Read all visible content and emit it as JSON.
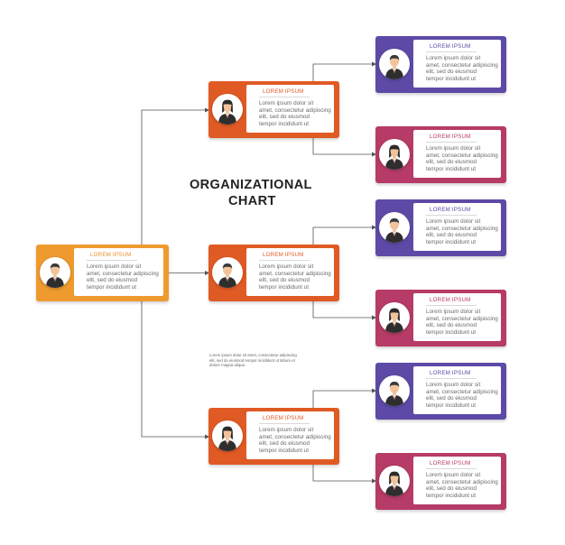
{
  "title": {
    "line1": "ORGANIZATIONAL",
    "line2": "CHART"
  },
  "footnote": "Lorem ipsum dolor sit amet, consectetur adipiscing elit, sed do eiusmod tempor incididunt ut labore et dolore magna aliqua.",
  "colors": {
    "orange": "#e05a24",
    "gold": "#ee9a2e",
    "purple": "#5d4aa6",
    "magenta": "#b73b67",
    "connector": "#555555"
  },
  "cards": [
    {
      "id": "root",
      "level": "root",
      "gender": "male",
      "color": "gold",
      "title": "LOREM IPSUM",
      "text": "Lorem ipsum dolor sit\namet, consectetur adipiscing\nelit, sed do eiusmod\ntempor incididunt ut"
    },
    {
      "id": "manager-1",
      "level": "manager",
      "gender": "female",
      "color": "orange",
      "title": "LOREM IPSUM",
      "text": "Lorem ipsum dolor sit\namet, consectetur adipiscing\nelit, sed do eiusmod\ntempor incididunt ut"
    },
    {
      "id": "manager-2",
      "level": "manager",
      "gender": "male",
      "color": "orange",
      "title": "LOREM IPSUM",
      "text": "Lorem ipsum dolor sit\namet, consectetur adipiscing\nelit, sed do eiusmod\ntempor incididunt ut"
    },
    {
      "id": "manager-3",
      "level": "manager",
      "gender": "female",
      "color": "orange",
      "title": "LOREM IPSUM",
      "text": "Lorem ipsum dolor sit\namet, consectetur adipiscing\nelit, sed do eiusmod\ntempor incididunt ut"
    },
    {
      "id": "staff-1",
      "level": "staff",
      "gender": "male",
      "color": "purple",
      "title": "LOREM IPSUM",
      "text": "Lorem ipsum dolor sit\namet, consectetur adipiscing\nelit, sed do eiusmod\ntempor incididunt ut"
    },
    {
      "id": "staff-2",
      "level": "staff",
      "gender": "female",
      "color": "magenta",
      "title": "LOREM IPSUM",
      "text": "Lorem ipsum dolor sit\namet, consectetur adipiscing\nelit, sed do eiusmod\ntempor incididunt ut"
    },
    {
      "id": "staff-3",
      "level": "staff",
      "gender": "male",
      "color": "purple",
      "title": "LOREM IPSUM",
      "text": "Lorem ipsum dolor sit\namet, consectetur adipiscing\nelit, sed do eiusmod\ntempor incididunt ut"
    },
    {
      "id": "staff-4",
      "level": "staff",
      "gender": "female",
      "color": "magenta",
      "title": "LOREM IPSUM",
      "text": "Lorem ipsum dolor sit\namet, consectetur adipiscing\nelit, sed do eiusmod\ntempor incididunt ut"
    },
    {
      "id": "staff-5",
      "level": "staff",
      "gender": "male",
      "color": "purple",
      "title": "LOREM IPSUM",
      "text": "Lorem ipsum dolor sit\namet, consectetur adipiscing\nelit, sed do eiusmod\ntempor incididunt ut"
    },
    {
      "id": "staff-6",
      "level": "staff",
      "gender": "female",
      "color": "magenta",
      "title": "LOREM IPSUM",
      "text": "Lorem ipsum dolor sit\namet, consectetur adipiscing\nelit, sed do eiusmod\ntempor incididunt ut"
    }
  ],
  "links": [
    {
      "from": "root",
      "to": "manager-1"
    },
    {
      "from": "root",
      "to": "manager-2"
    },
    {
      "from": "root",
      "to": "manager-3"
    },
    {
      "from": "manager-1",
      "to": "staff-1"
    },
    {
      "from": "manager-1",
      "to": "staff-2"
    },
    {
      "from": "manager-2",
      "to": "staff-3"
    },
    {
      "from": "manager-2",
      "to": "staff-4"
    },
    {
      "from": "manager-3",
      "to": "staff-5"
    },
    {
      "from": "manager-3",
      "to": "staff-6"
    }
  ]
}
